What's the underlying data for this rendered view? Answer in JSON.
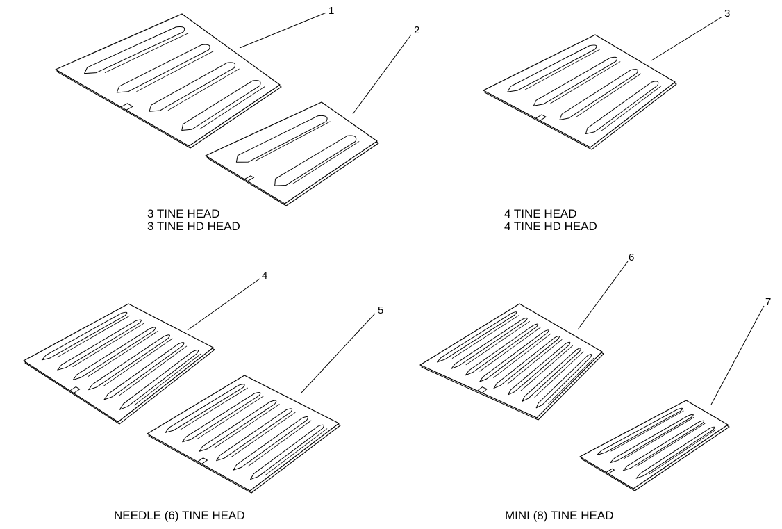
{
  "groups": [
    {
      "captions": [
        "3 TINE HEAD",
        "3 TINE HD HEAD"
      ],
      "parts": [
        {
          "callout": "1",
          "tines": 4
        },
        {
          "callout": "2",
          "tines": 2
        }
      ]
    },
    {
      "captions": [
        "4 TINE HEAD",
        "4 TINE HD HEAD"
      ],
      "parts": [
        {
          "callout": "3",
          "tines": 4
        }
      ]
    },
    {
      "captions": [
        "NEEDLE (6) TINE HEAD"
      ],
      "parts": [
        {
          "callout": "4",
          "tines": 6
        },
        {
          "callout": "5",
          "tines": 6
        }
      ]
    },
    {
      "captions": [
        "MINI (8) TINE HEAD"
      ],
      "parts": [
        {
          "callout": "6",
          "tines": 8
        },
        {
          "callout": "7",
          "tines": 4
        }
      ]
    }
  ],
  "colors": {
    "ink": "#000000",
    "paper": "#ffffff"
  }
}
